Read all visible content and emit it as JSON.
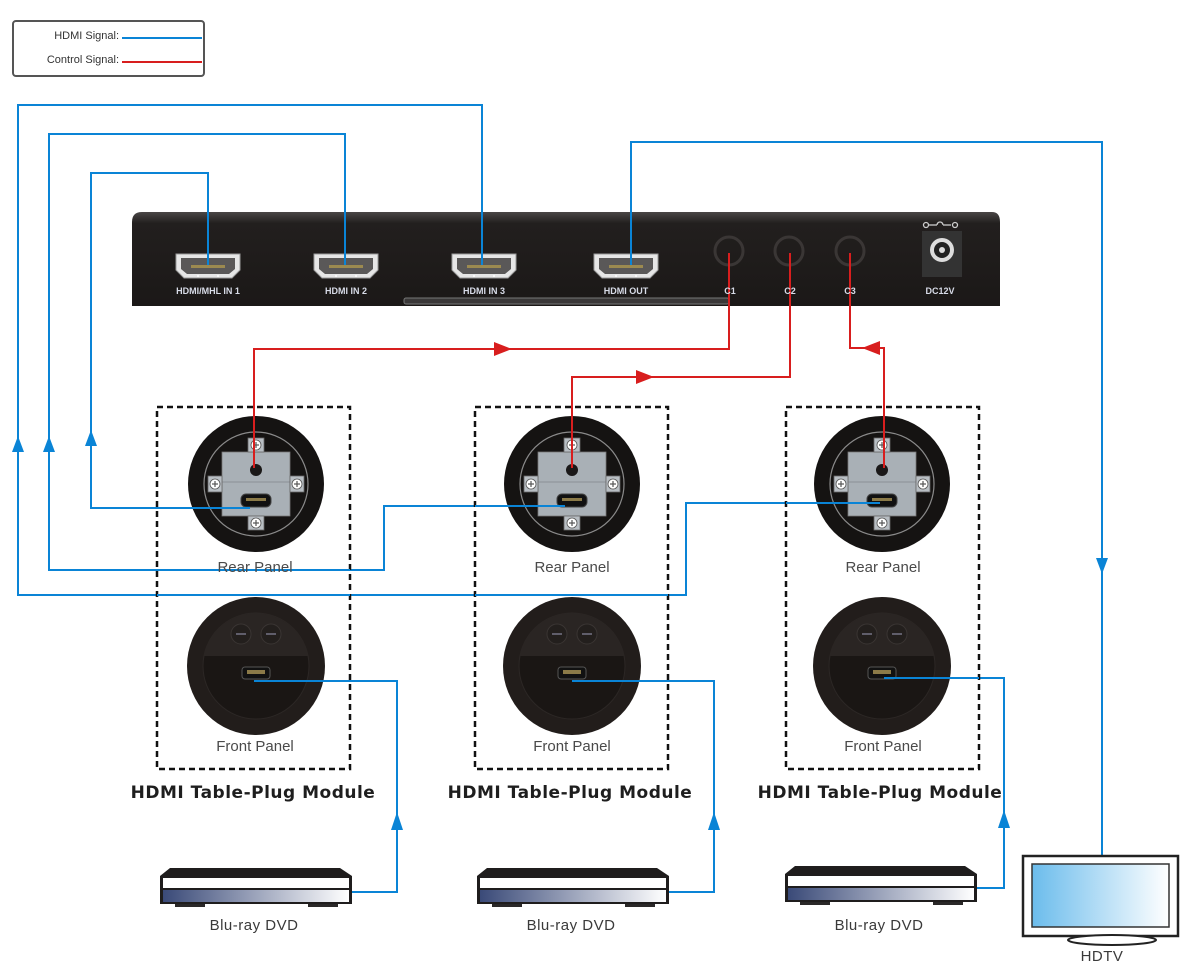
{
  "legend": {
    "items": [
      {
        "label": "HDMI Signal:",
        "color": "#0a84d6"
      },
      {
        "label": "Control Signal:",
        "color": "#d81e1e"
      }
    ]
  },
  "switcher": {
    "ports": [
      {
        "label": "HDMI/MHL IN 1",
        "type": "hdmi"
      },
      {
        "label": "HDMI IN 2",
        "type": "hdmi"
      },
      {
        "label": "HDMI IN 3",
        "type": "hdmi"
      },
      {
        "label": "HDMI OUT",
        "type": "hdmi"
      },
      {
        "label": "C1",
        "type": "control"
      },
      {
        "label": "C2",
        "type": "control"
      },
      {
        "label": "C3",
        "type": "control"
      },
      {
        "label": "DC12V",
        "type": "power"
      }
    ]
  },
  "modules": [
    {
      "title": "HDMI Table-Plug Module",
      "rear_label": "Rear Panel",
      "front_label": "Front Panel",
      "source": "Blu-ray  DVD"
    },
    {
      "title": "HDMI Table-Plug Module",
      "rear_label": "Rear Panel",
      "front_label": "Front Panel",
      "source": "Blu-ray  DVD"
    },
    {
      "title": "HDMI Table-Plug Module",
      "rear_label": "Rear Panel",
      "front_label": "Front Panel",
      "source": "Blu-ray  DVD"
    }
  ],
  "display": {
    "label": "HDTV"
  },
  "colors": {
    "hdmi_signal": "#0a84d6",
    "control_signal": "#d81e1e",
    "device_body": "#1d1a19",
    "plate": "#a9b0b6"
  }
}
